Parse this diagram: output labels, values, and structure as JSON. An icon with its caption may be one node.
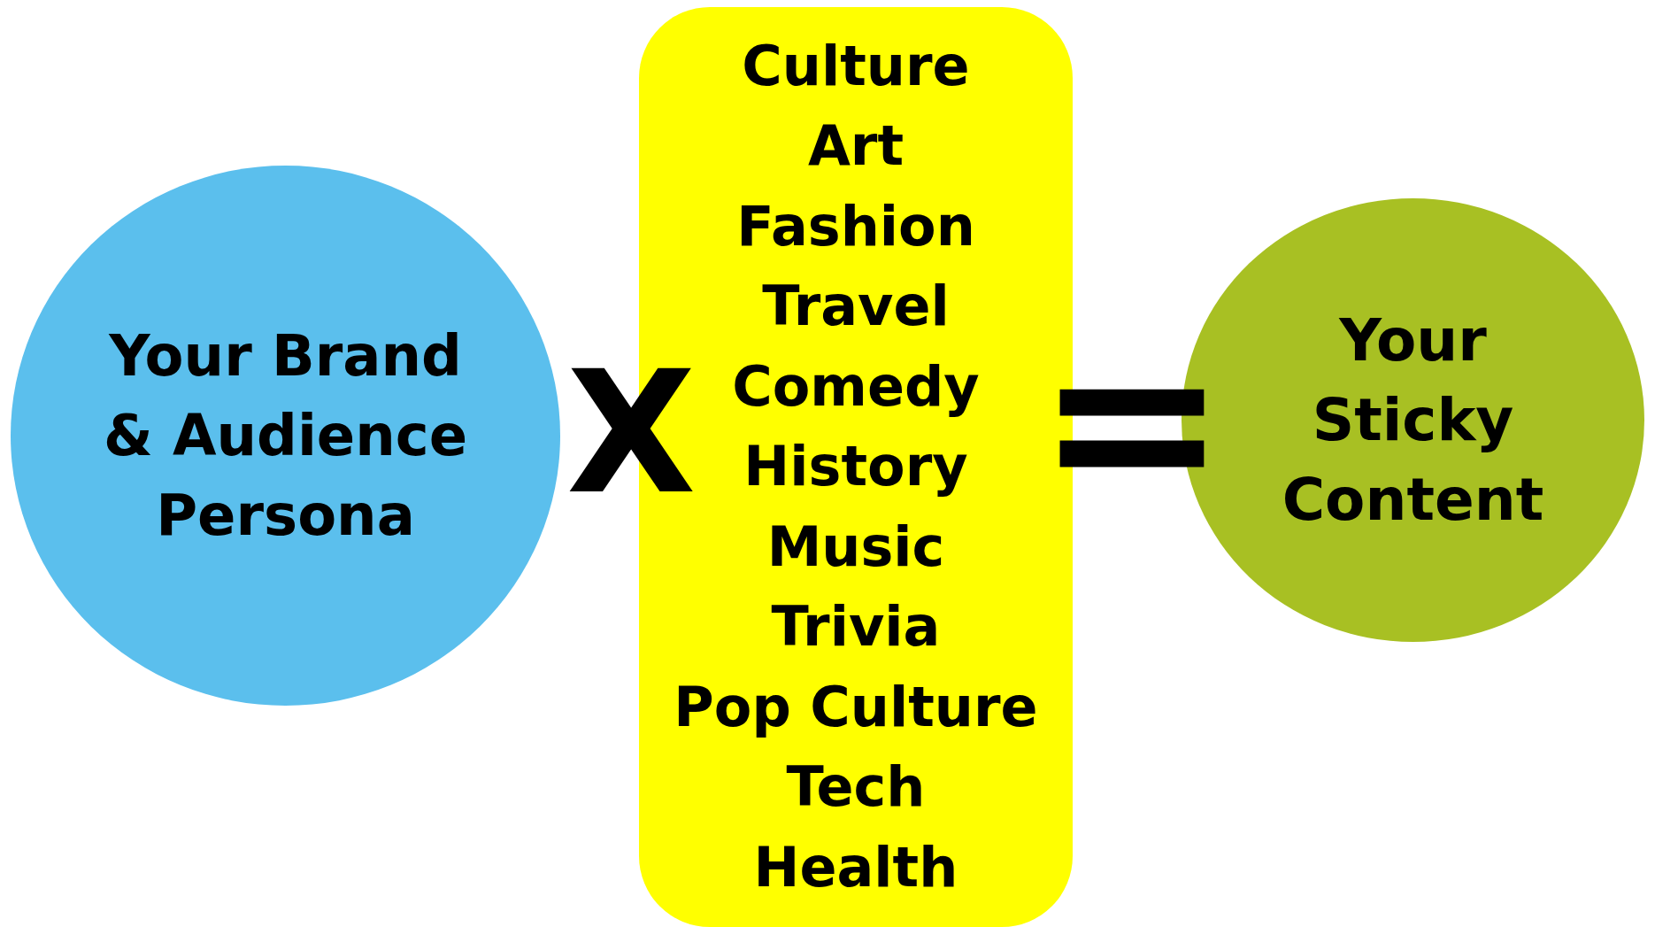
{
  "diagram": {
    "nodes": [
      {
        "text": [
          "Your Brand & Audience Persona"
        ]
      },
      {
        "text": [
          "Culture",
          "Art",
          "Fashion",
          "Travel",
          "Comedy",
          "History",
          "Music",
          "Trivia",
          "Pop Culture",
          "Tech",
          "Health"
        ]
      },
      {
        "text": [
          "Your Sticky Content"
        ]
      }
    ],
    "labels": [
      "X",
      "="
    ]
  }
}
